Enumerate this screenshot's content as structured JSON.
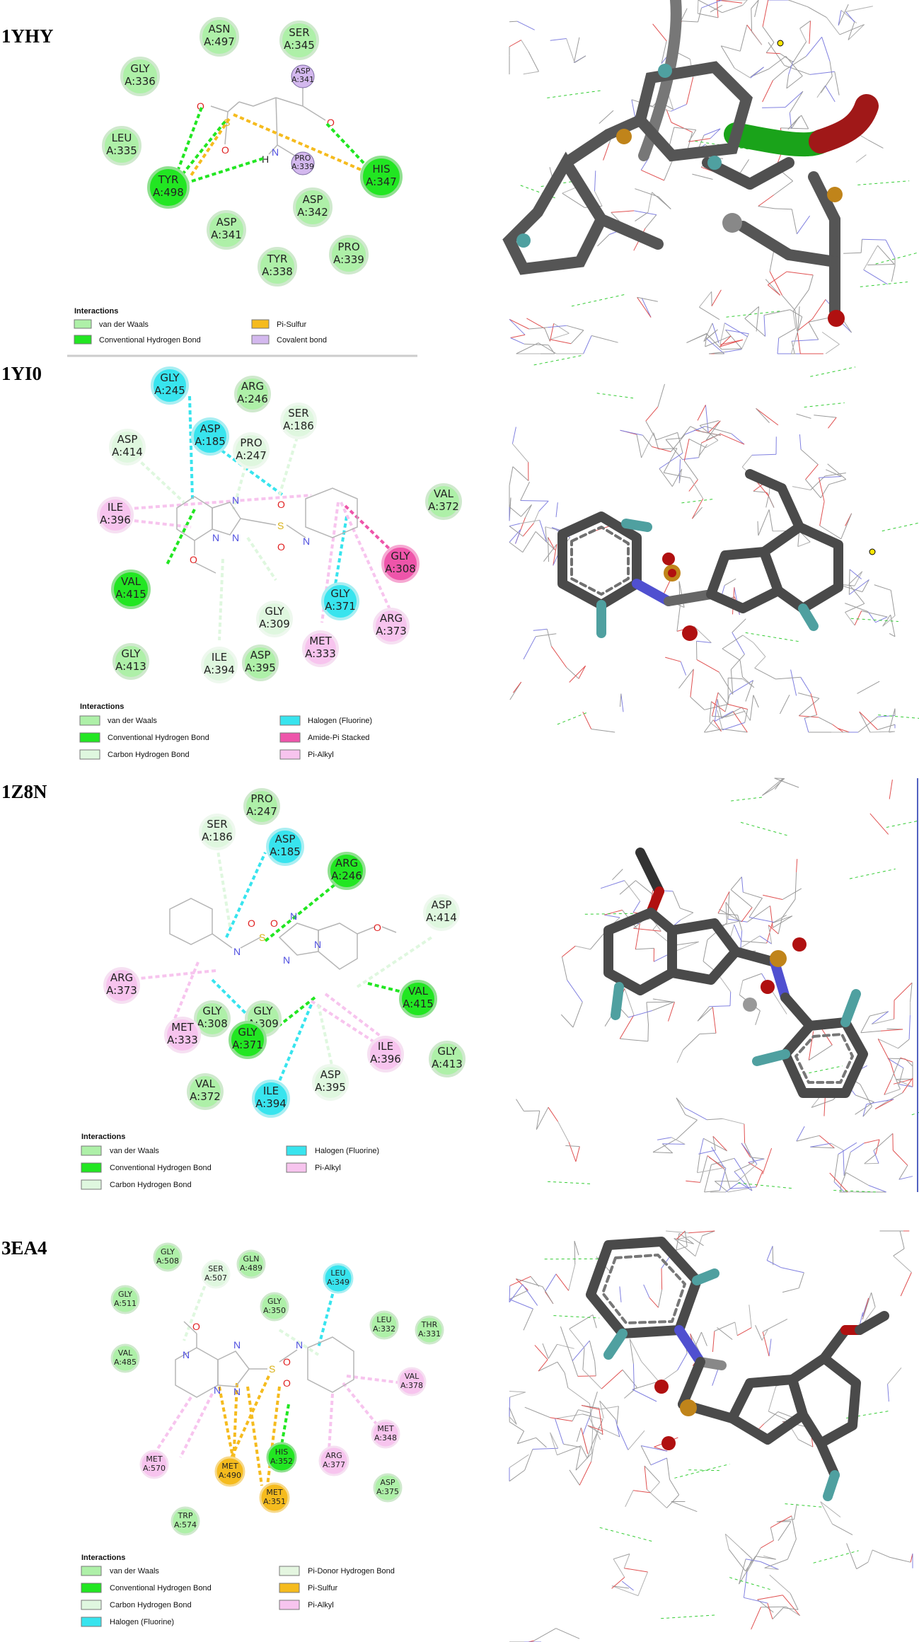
{
  "colors": {
    "vdw": "#aef0a8",
    "conv_hb": "#22e622",
    "carbon_hb": "#dff7df",
    "pi_sulfur": "#f5bb1e",
    "covalent": "#d3b8ee",
    "halogen": "#38e4ee",
    "amide_pi": "#ee55aa",
    "pi_alkyl": "#f7c4ee",
    "pi_donor": "#e4f6e0",
    "ligand": "#b0b0b0",
    "sulfur": "#d9b21a",
    "oxygen": "#e02020",
    "nitrogen": "#5050e0"
  },
  "panels": [
    {
      "pdb_id": "1YHY",
      "residues": [
        {
          "name": "ASN",
          "num": "A:497",
          "cls": "vdw"
        },
        {
          "name": "SER",
          "num": "A:345",
          "cls": "vdw"
        },
        {
          "name": "GLY",
          "num": "A:336",
          "cls": "vdw"
        },
        {
          "name": "ASP",
          "num": "A:341",
          "cls": "covalent"
        },
        {
          "name": "LEU",
          "num": "A:335",
          "cls": "vdw"
        },
        {
          "name": "PRO",
          "num": "A:339",
          "cls": "covalent"
        },
        {
          "name": "TYR",
          "num": "A:498",
          "cls": "conv_hb"
        },
        {
          "name": "HIS",
          "num": "A:347",
          "cls": "conv_hb"
        },
        {
          "name": "ASP",
          "num": "A:342",
          "cls": "vdw"
        },
        {
          "name": "ASP",
          "num": "A:341",
          "cls": "vdw"
        },
        {
          "name": "PRO",
          "num": "A:339",
          "cls": "vdw"
        },
        {
          "name": "TYR",
          "num": "A:338",
          "cls": "vdw"
        }
      ],
      "atoms": [
        "O",
        "S",
        "O",
        "H",
        "N",
        "O"
      ],
      "legend_title": "Interactions",
      "legend": [
        {
          "label": "van der Waals",
          "cls": "vdw"
        },
        {
          "label": "Pi-Sulfur",
          "cls": "pi_sulfur"
        },
        {
          "label": "Conventional Hydrogen Bond",
          "cls": "conv_hb"
        },
        {
          "label": "Covalent bond",
          "cls": "covalent"
        }
      ]
    },
    {
      "pdb_id": "1YI0",
      "residues": [
        {
          "name": "GLY",
          "num": "A:245",
          "cls": "halogen"
        },
        {
          "name": "ARG",
          "num": "A:246",
          "cls": "vdw"
        },
        {
          "name": "SER",
          "num": "A:186",
          "cls": "carbon_hb"
        },
        {
          "name": "ASP",
          "num": "A:185",
          "cls": "halogen"
        },
        {
          "name": "ASP",
          "num": "A:414",
          "cls": "carbon_hb"
        },
        {
          "name": "PRO",
          "num": "A:247",
          "cls": "carbon_hb"
        },
        {
          "name": "VAL",
          "num": "A:372",
          "cls": "vdw"
        },
        {
          "name": "ILE",
          "num": "A:396",
          "cls": "pi_alkyl"
        },
        {
          "name": "GLY",
          "num": "A:308",
          "cls": "amide_pi"
        },
        {
          "name": "VAL",
          "num": "A:415",
          "cls": "conv_hb"
        },
        {
          "name": "GLY",
          "num": "A:371",
          "cls": "halogen"
        },
        {
          "name": "GLY",
          "num": "A:309",
          "cls": "carbon_hb"
        },
        {
          "name": "ARG",
          "num": "A:373",
          "cls": "pi_alkyl"
        },
        {
          "name": "MET",
          "num": "A:333",
          "cls": "pi_alkyl"
        },
        {
          "name": "GLY",
          "num": "A:413",
          "cls": "vdw"
        },
        {
          "name": "ILE",
          "num": "A:394",
          "cls": "carbon_hb"
        },
        {
          "name": "ASP",
          "num": "A:395",
          "cls": "vdw"
        }
      ],
      "atoms": [
        "N",
        "N",
        "N",
        "S",
        "O",
        "O",
        "N",
        "O"
      ],
      "legend_title": "Interactions",
      "legend": [
        {
          "label": "van der Waals",
          "cls": "vdw"
        },
        {
          "label": "Halogen (Fluorine)",
          "cls": "halogen"
        },
        {
          "label": "Conventional Hydrogen Bond",
          "cls": "conv_hb"
        },
        {
          "label": "Amide-Pi Stacked",
          "cls": "amide_pi"
        },
        {
          "label": "Carbon Hydrogen Bond",
          "cls": "carbon_hb"
        },
        {
          "label": "Pi-Alkyl",
          "cls": "pi_alkyl"
        }
      ]
    },
    {
      "pdb_id": "1Z8N",
      "residues": [
        {
          "name": "PRO",
          "num": "A:247",
          "cls": "vdw"
        },
        {
          "name": "SER",
          "num": "A:186",
          "cls": "carbon_hb"
        },
        {
          "name": "ASP",
          "num": "A:185",
          "cls": "halogen"
        },
        {
          "name": "ARG",
          "num": "A:246",
          "cls": "conv_hb"
        },
        {
          "name": "ASP",
          "num": "A:414",
          "cls": "carbon_hb"
        },
        {
          "name": "ARG",
          "num": "A:373",
          "cls": "pi_alkyl"
        },
        {
          "name": "VAL",
          "num": "A:415",
          "cls": "conv_hb"
        },
        {
          "name": "GLY",
          "num": "A:308",
          "cls": "vdw"
        },
        {
          "name": "GLY",
          "num": "A:309",
          "cls": "vdw"
        },
        {
          "name": "MET",
          "num": "A:333",
          "cls": "pi_alkyl"
        },
        {
          "name": "GLY",
          "num": "A:371",
          "cls": "conv_hb"
        },
        {
          "name": "ILE",
          "num": "A:396",
          "cls": "pi_alkyl"
        },
        {
          "name": "GLY",
          "num": "A:413",
          "cls": "vdw"
        },
        {
          "name": "ASP",
          "num": "A:395",
          "cls": "carbon_hb"
        },
        {
          "name": "VAL",
          "num": "A:372",
          "cls": "vdw"
        },
        {
          "name": "ILE",
          "num": "A:394",
          "cls": "halogen"
        }
      ],
      "atoms": [
        "N",
        "S",
        "O",
        "O",
        "N",
        "N",
        "N",
        "O"
      ],
      "legend_title": "Interactions",
      "legend": [
        {
          "label": "van der Waals",
          "cls": "vdw"
        },
        {
          "label": "Halogen (Fluorine)",
          "cls": "halogen"
        },
        {
          "label": "Conventional Hydrogen Bond",
          "cls": "conv_hb"
        },
        {
          "label": "Pi-Alkyl",
          "cls": "pi_alkyl"
        },
        {
          "label": "Carbon Hydrogen Bond",
          "cls": "carbon_hb"
        }
      ]
    },
    {
      "pdb_id": "3EA4",
      "residues": [
        {
          "name": "GLY",
          "num": "A:508",
          "cls": "vdw"
        },
        {
          "name": "SER",
          "num": "A:507",
          "cls": "carbon_hb"
        },
        {
          "name": "GLN",
          "num": "A:489",
          "cls": "vdw"
        },
        {
          "name": "LEU",
          "num": "A:349",
          "cls": "halogen"
        },
        {
          "name": "GLY",
          "num": "A:511",
          "cls": "vdw"
        },
        {
          "name": "GLY",
          "num": "A:350",
          "cls": "vdw"
        },
        {
          "name": "LEU",
          "num": "A:332",
          "cls": "vdw"
        },
        {
          "name": "THR",
          "num": "A:331",
          "cls": "vdw"
        },
        {
          "name": "VAL",
          "num": "A:485",
          "cls": "vdw"
        },
        {
          "name": "VAL",
          "num": "A:378",
          "cls": "pi_alkyl"
        },
        {
          "name": "MET",
          "num": "A:348",
          "cls": "pi_alkyl"
        },
        {
          "name": "MET",
          "num": "A:570",
          "cls": "pi_alkyl"
        },
        {
          "name": "HIS",
          "num": "A:352",
          "cls": "conv_hb"
        },
        {
          "name": "ARG",
          "num": "A:377",
          "cls": "pi_alkyl"
        },
        {
          "name": "MET",
          "num": "A:490",
          "cls": "pi_sulfur"
        },
        {
          "name": "MET",
          "num": "A:351",
          "cls": "pi_sulfur"
        },
        {
          "name": "ASP",
          "num": "A:375",
          "cls": "vdw"
        },
        {
          "name": "TRP",
          "num": "A:574",
          "cls": "vdw"
        }
      ],
      "atoms": [
        "O",
        "N",
        "N",
        "N",
        "N",
        "S",
        "O",
        "O",
        "N"
      ],
      "legend_title": "Interactions",
      "legend": [
        {
          "label": "van der Waals",
          "cls": "vdw"
        },
        {
          "label": "Pi-Donor Hydrogen Bond",
          "cls": "pi_donor"
        },
        {
          "label": "Conventional Hydrogen Bond",
          "cls": "conv_hb"
        },
        {
          "label": "Pi-Sulfur",
          "cls": "pi_sulfur"
        },
        {
          "label": "Carbon Hydrogen Bond",
          "cls": "carbon_hb"
        },
        {
          "label": "Pi-Alkyl",
          "cls": "pi_alkyl"
        },
        {
          "label": "Halogen (Fluorine)",
          "cls": "halogen"
        }
      ]
    }
  ]
}
